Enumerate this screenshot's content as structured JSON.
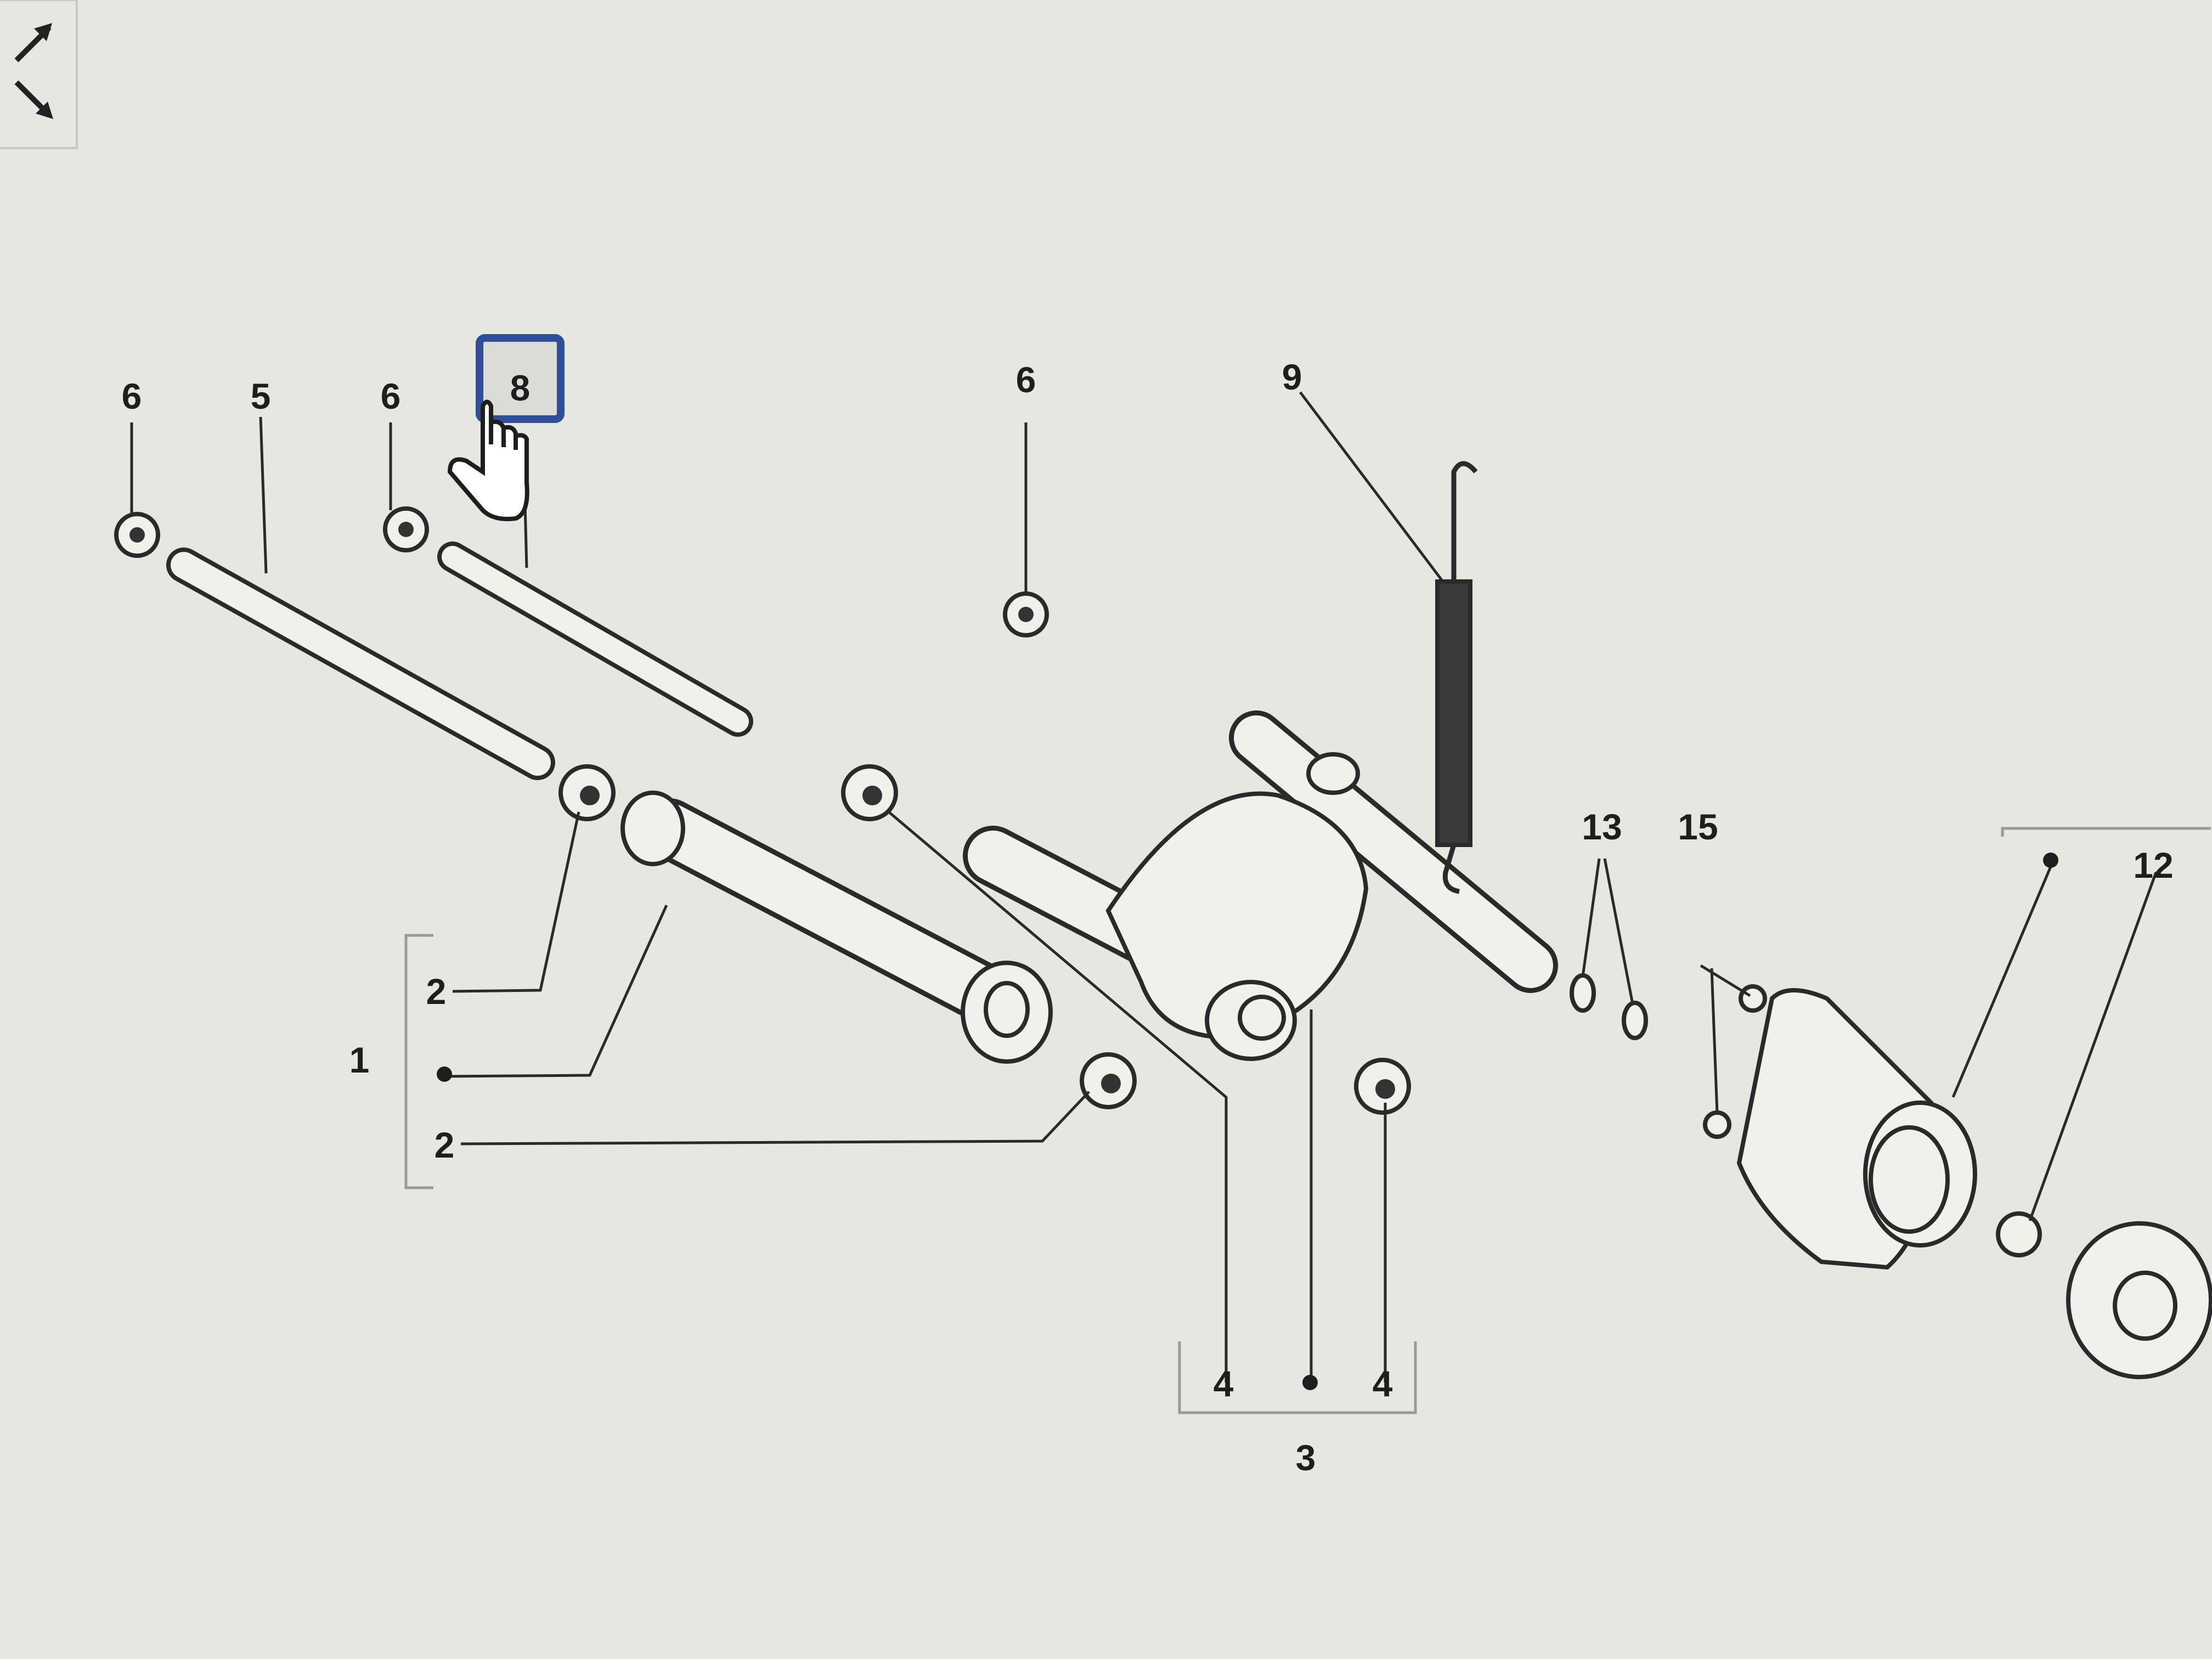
{
  "toolbar": {
    "zoom_expand_icon": "arrow-up-right-icon",
    "zoom_shrink_icon": "arrow-down-right-icon"
  },
  "diagram": {
    "selected_callout": "8",
    "selection_color": "#2f4e9a",
    "callouts": {
      "c6a": "6",
      "c5": "5",
      "c6b": "6",
      "c8": "8",
      "c6c": "6",
      "c9": "9",
      "c13": "13",
      "c15": "15",
      "c12": "12",
      "c2a": "2",
      "c1": "1",
      "c2b": "2",
      "c4a": "4",
      "c4b": "4",
      "c3": "3"
    }
  }
}
